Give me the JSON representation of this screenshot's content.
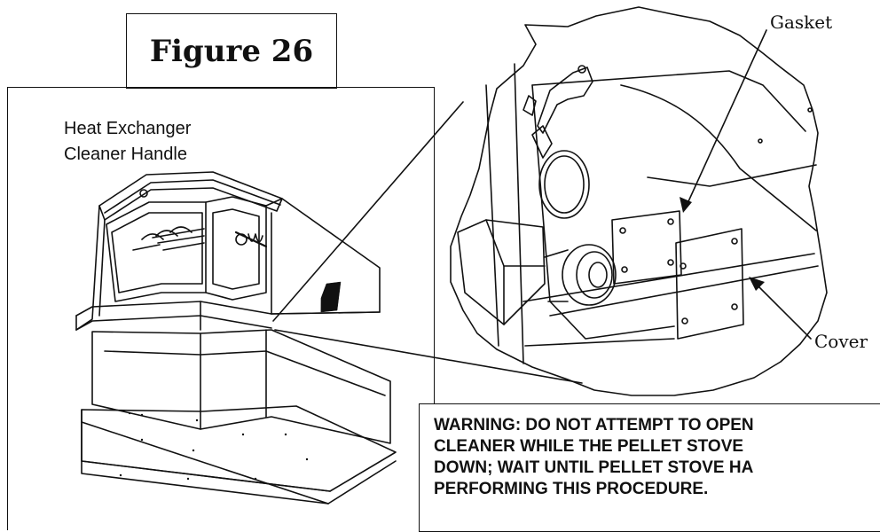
{
  "figure": {
    "title": "Figure 26"
  },
  "labels": {
    "handle": [
      "Heat Exchanger",
      "Cleaner Handle"
    ],
    "gasket": "Gasket",
    "cover": "Cover"
  },
  "warning": {
    "lines": [
      "WARNING: DO NOT ATTEMPT TO OPEN",
      "CLEANER WHILE THE PELLET STOVE",
      "DOWN; WAIT UNTIL PELLET STOVE HA",
      "PERFORMING THIS PROCEDURE."
    ]
  }
}
